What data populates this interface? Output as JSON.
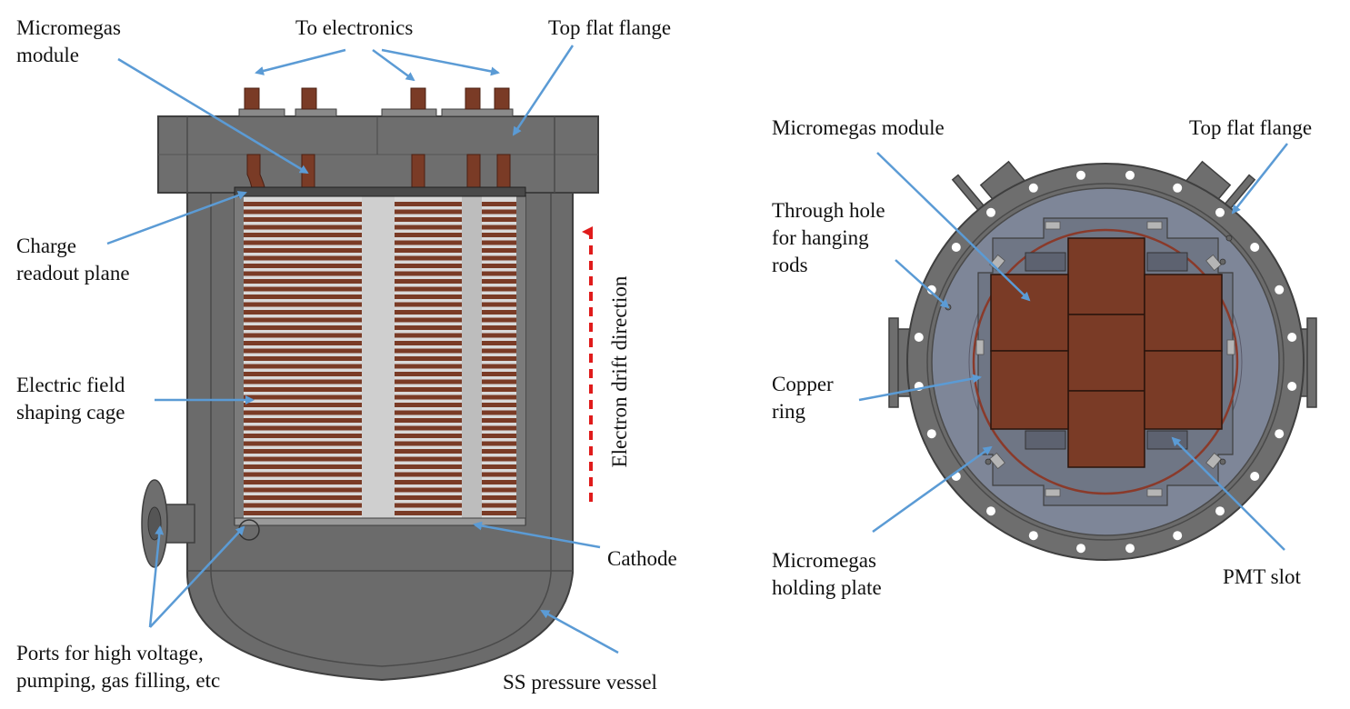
{
  "side_view": {
    "labels": {
      "micromegas_module": "Micromegas\nmodule",
      "to_electronics": "To electronics",
      "top_flat_flange": "Top flat flange",
      "charge_readout_plane": "Charge\nreadout plane",
      "electric_field_cage": "Electric field\nshaping cage",
      "electron_drift_direction": "Electron drift direction",
      "cathode": "Cathode",
      "ports": "Ports for high voltage,\npumping, gas filling, etc",
      "ss_pressure_vessel": "SS pressure vessel"
    }
  },
  "top_view": {
    "labels": {
      "micromegas_module": "Micromegas module",
      "top_flat_flange": "Top flat flange",
      "through_hole": "Through hole\nfor hanging\nrods",
      "copper_ring": "Copper\nring",
      "holding_plate": "Micromegas\nholding plate",
      "pmt_slot": "PMT slot"
    }
  },
  "colors": {
    "steel": "#6b6b6b",
    "steel_dark": "#4a4a4a",
    "steel_light": "#8a8a8a",
    "copper": "#7a3b26",
    "copper_dark": "#5a2616",
    "plate": "#7e8698",
    "arrow": "#5b9bd5",
    "drift_arrow": "#e01b1b",
    "cage_light": "#d9d9d9"
  }
}
